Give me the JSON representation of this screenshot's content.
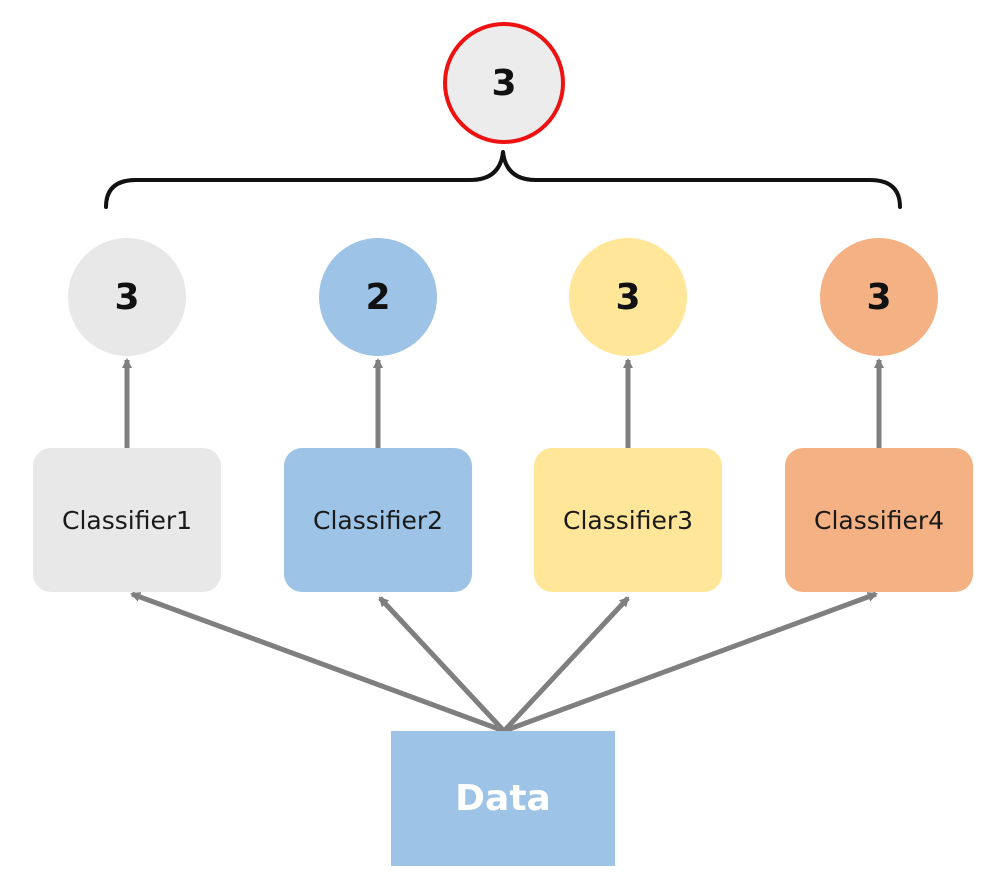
{
  "final_vote": {
    "value": "3",
    "fill": "#ececec",
    "border": "#ee1111"
  },
  "classifiers": [
    {
      "label": "Classifier1",
      "vote": "3",
      "color": "#e8e8e8"
    },
    {
      "label": "Classifier2",
      "vote": "2",
      "color": "#9dc3e6"
    },
    {
      "label": "Classifier3",
      "vote": "3",
      "color": "#ffe699"
    },
    {
      "label": "Classifier4",
      "vote": "3",
      "color": "#f4b183"
    }
  ],
  "data_node": {
    "label": "Data",
    "color": "#9dc3e6"
  },
  "arrow_color": "#7f7f7f",
  "brace_color": "#111111"
}
